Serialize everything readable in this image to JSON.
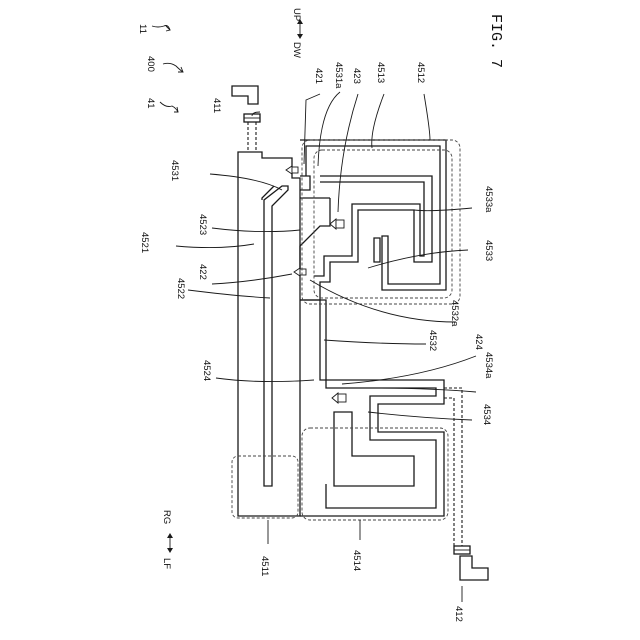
{
  "figure": {
    "label": "FIG. 7",
    "ref_11": "11",
    "ref_400": "400",
    "ref_41": "41",
    "direction_up": "UP",
    "direction_dw": "DW",
    "direction_lf": "LF",
    "direction_rg": "RG"
  },
  "labels": {
    "l411": "411",
    "l4531": "4531",
    "l4521": "4521",
    "l4523": "4523",
    "l422": "422",
    "l4522": "4522",
    "l4524": "4524",
    "l4511": "4511",
    "l4514": "4514",
    "l412": "412",
    "l421": "421",
    "l4531a": "4531a",
    "l423": "423",
    "l4513": "4513",
    "l4512": "4512",
    "l4533a": "4533a",
    "l4533": "4533",
    "l4532a": "4532a",
    "l4532": "4532",
    "l424": "424",
    "l4534a": "4534a",
    "l4534": "4534"
  }
}
